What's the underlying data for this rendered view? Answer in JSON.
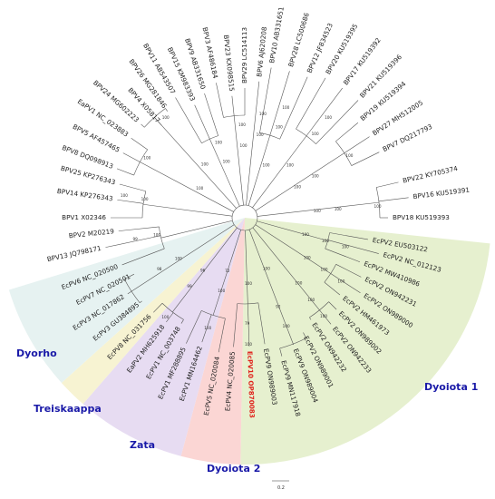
{
  "tree": {
    "tips": [
      {
        "label": "BPV10 AB331651",
        "angle": -80
      },
      {
        "label": "BPV28 LC500686",
        "angle": -73
      },
      {
        "label": "BPV12 JF834523",
        "angle": -66
      },
      {
        "label": "BPV20 KU519395",
        "angle": -60
      },
      {
        "label": "BPV17 KU519392",
        "angle": -53
      },
      {
        "label": "BPV21 KU519396",
        "angle": -46
      },
      {
        "label": "BPV19 KU519394",
        "angle": -40
      },
      {
        "label": "BPV27 MH512005",
        "angle": -33
      },
      {
        "label": "BPV7 DQ217793",
        "angle": -26
      },
      {
        "label": "BPV22 KY705374",
        "angle": -13
      },
      {
        "label": "BPV16 KU519391",
        "angle": -7
      },
      {
        "label": "BPV18 KU519393",
        "angle": 0
      },
      {
        "label": "EcPV2 EU503122",
        "angle": 10,
        "clade": 1
      },
      {
        "label": "EcPV2 NC_012123",
        "angle": 15,
        "clade": 1
      },
      {
        "label": "EcPV2 MW410986",
        "angle": 21,
        "clade": 1
      },
      {
        "label": "EcPV2 ON942231",
        "angle": 27,
        "clade": 1
      },
      {
        "label": "EcPV2 ON989000",
        "angle": 33,
        "clade": 1
      },
      {
        "label": "EcPV2 HM461973",
        "angle": 39,
        "clade": 1
      },
      {
        "label": "EcPV2 ON989002",
        "angle": 45,
        "clade": 1
      },
      {
        "label": "EcPV2 ON942233",
        "angle": 51,
        "clade": 1
      },
      {
        "label": "EcPV2 ON942232",
        "angle": 57,
        "clade": 1
      },
      {
        "label": "EcPV2 ON989001",
        "angle": 63,
        "clade": 1
      },
      {
        "label": "EcPV9 ON989004",
        "angle": 69,
        "clade": 1
      },
      {
        "label": "EcPV9 MN117918",
        "angle": 75,
        "clade": 1
      },
      {
        "label": "EcPV9 ON989003",
        "angle": 81,
        "clade": 1
      },
      {
        "label": "EcPV10 OP870083",
        "angle": 88,
        "clade": 1,
        "highlight": true
      },
      {
        "label": "EcPV4 NC_020085",
        "angle": 95,
        "clade": 2
      },
      {
        "label": "EcPV5 NC_020084",
        "angle": 101,
        "clade": 2
      },
      {
        "label": "EcPV1 MN164462",
        "angle": 109,
        "clade": 3
      },
      {
        "label": "EcPV1 MF288895",
        "angle": 115,
        "clade": 3
      },
      {
        "label": "EcPV1 NC_003748",
        "angle": 121,
        "clade": 3
      },
      {
        "label": "EaPV2 MH625918",
        "angle": 127,
        "clade": 3
      },
      {
        "label": "EcPV8 NC_031756",
        "angle": 134,
        "clade": 4
      },
      {
        "label": "EcPV3 GU384895",
        "angle": 141,
        "clade": 5
      },
      {
        "label": "EcPV3 NC_017862",
        "angle": 147,
        "clade": 5
      },
      {
        "label": "EcPV7 NC_020501",
        "angle": 153,
        "clade": 5
      },
      {
        "label": "EcPV6 NC_020500",
        "angle": 159,
        "clade": 5
      },
      {
        "label": "BPV13 JQ798171",
        "angle": 168
      },
      {
        "label": "BPV2 M20219",
        "angle": 174
      },
      {
        "label": "BPV1 X02346",
        "angle": 180
      },
      {
        "label": "BPV14 KP276343",
        "angle": 188
      },
      {
        "label": "BPV25 KP276343",
        "angle": 195
      },
      {
        "label": "BPV8 DQ098913",
        "angle": 201
      },
      {
        "label": "BPV5 AF457465",
        "angle": 208
      },
      {
        "label": "EaPV1 NC_023883",
        "angle": 215
      },
      {
        "label": "BPV24 MG602223",
        "angle": 222
      },
      {
        "label": "BPV4 X05817",
        "angle": 228
      },
      {
        "label": "BPV26 MG281846",
        "angle": 234
      },
      {
        "label": "BPV11 AB543507",
        "angle": 240
      },
      {
        "label": "BPV15 KM983393",
        "angle": 246
      },
      {
        "label": "BPV9 AB331650",
        "angle": 252
      },
      {
        "label": "BPV3 AF486184",
        "angle": 258
      },
      {
        "label": "BPV23 KX098515",
        "angle": 264
      },
      {
        "label": "BPV29 LC514113",
        "angle": 270
      },
      {
        "label": "BPV6 AJ620208",
        "angle": 276
      }
    ],
    "clades": [
      {
        "id": 1,
        "name": "Dyoiota 1",
        "color": "#e6f0cf",
        "start": 6,
        "end": 91
      },
      {
        "id": 2,
        "name": "Dyoiota 2",
        "color": "#fbd6d4",
        "start": 91,
        "end": 105
      },
      {
        "id": 3,
        "name": "Zata",
        "color": "#e7dcf2",
        "start": 105,
        "end": 131
      },
      {
        "id": 4,
        "name": "Treiskaappa",
        "color": "#f7f3d2",
        "start": 131,
        "end": 138
      },
      {
        "id": 5,
        "name": "Dyorho",
        "color": "#e6f2f1",
        "start": 138,
        "end": 163
      }
    ],
    "bootstrap": [
      "100",
      "100",
      "100",
      "100",
      "100",
      "100",
      "100",
      "100",
      "100",
      "100",
      "99",
      "98",
      "99",
      "100",
      "100",
      "100",
      "100",
      "100",
      "100",
      "100",
      "100",
      "100",
      "100",
      "100",
      "100",
      "100",
      "100",
      "100",
      "72",
      "96",
      "100",
      "100",
      "100",
      "100",
      "100",
      "100",
      "100",
      "100",
      "100",
      "100",
      "100",
      "100",
      "100",
      "100",
      "100",
      "92",
      "79",
      "100",
      "100"
    ],
    "scale_bar": "0.2"
  },
  "colors": {
    "highlight": "#e0201a",
    "clade_label": "#1a1aa8"
  }
}
